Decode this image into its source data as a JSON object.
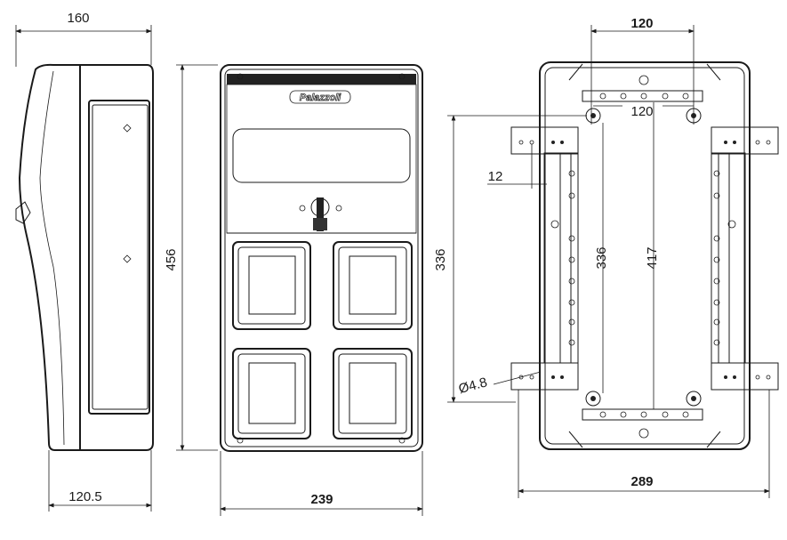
{
  "drawing": {
    "brand_logo": "Palazzoli",
    "side_view": {
      "width_top": "160",
      "depth_bottom": "120.5",
      "height": "456"
    },
    "front_view": {
      "width": "239"
    },
    "rear_view": {
      "top_spacing": "120",
      "inner_spacing": "120",
      "bracket_hole_pitch": "12",
      "bracket_vertical_spacing": "336",
      "inner_vertical_336": "336",
      "inner_vertical_417": "417",
      "hole_diameter": "Ø4.8",
      "overall_width": "289"
    }
  }
}
